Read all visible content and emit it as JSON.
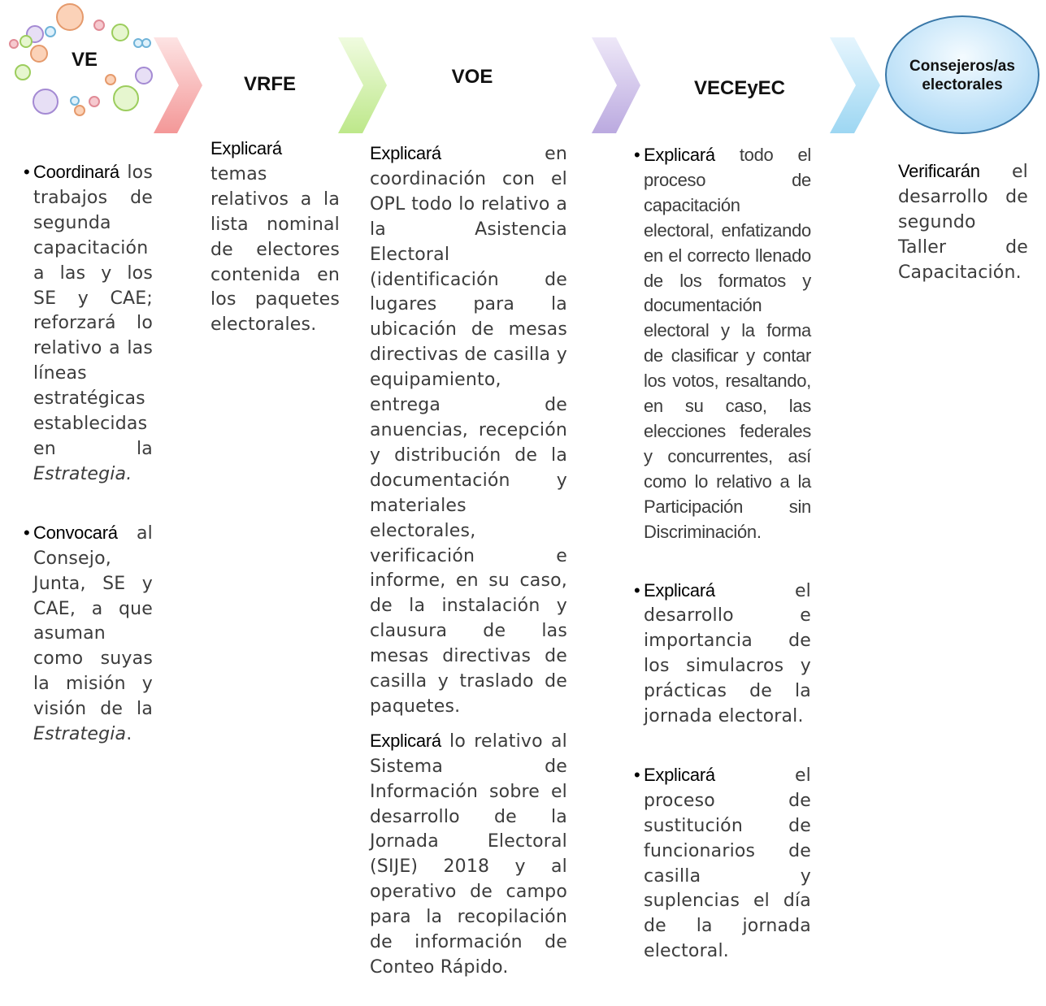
{
  "headers": {
    "ve": "VE",
    "vrfe": "VRFE",
    "voe": "VOE",
    "veceyec": "VECEyEC",
    "consejeros": "Consejeros/as electorales"
  },
  "ve_column": {
    "item1_keyword": "Coordinará",
    "item1_text": "los trabajos de segunda capacitación a las y los SE y CAE; reforzará lo relativo a las líneas estratégicas establecidas en la",
    "item1_italic": "Estrategia.",
    "item2_keyword": "Convocará",
    "item2_text": "al Consejo, Junta, SE y CAE, a que asuman como suyas la misión y visión de la",
    "item2_italic": "Estrategia",
    "item2_end": "."
  },
  "vrfe_column": {
    "keyword": "Explicará",
    "text": "temas relativos a la lista nominal de electores contenida en los paquetes electorales."
  },
  "voe_column": {
    "para1_keyword": "Explicará",
    "para1_text": "en coordinación con el OPL todo lo relativo a la Asistencia Electoral (identificación de lugares para la ubicación de mesas directivas de casilla y equipamiento, entrega de anuencias, recepción y distribución de la documentación y materiales electorales, verificación e informe, en su caso, de la instalación y clausura de las mesas directivas de casilla y traslado de paquetes.",
    "para2_keyword": "Explicará",
    "para2_text": "lo relativo al Sistema de Información sobre el desarrollo de la Jornada Electoral (SIJE) 2018 y al operativo de campo para la recopilación de información de Conteo Rápido."
  },
  "veceyec_column": {
    "item1_keyword": "Explicará",
    "item1_text": "todo el proceso de capacitación electoral, enfatizando en el correcto llenado de los formatos y documentación electoral y la forma de clasificar y contar los votos, resaltando, en su caso, las elecciones federales y concurrentes, así como lo relativo a la Participación sin Discriminación.",
    "item2_keyword": "Explicará",
    "item2_text": "el desarrollo e importancia de los simulacros y prácticas de la jornada electoral.",
    "item3_keyword": "Explicará",
    "item3_text": "el proceso de sustitución de funcionarios de casilla y suplencias el día de la jornada electoral."
  },
  "consejeros_column": {
    "keyword": "Verificarán",
    "text": "el desarrollo de segundo Taller de Capacitación."
  },
  "bullet_glyph": "•",
  "colors": {
    "chevron1": "#f4a3a3",
    "chevron2": "#c8ef9a",
    "chevron3": "#c7b6e6",
    "chevron4": "#b3e1f7",
    "ellipse_fill": "#cfe9fb",
    "ellipse_stroke": "#3a78a8"
  }
}
